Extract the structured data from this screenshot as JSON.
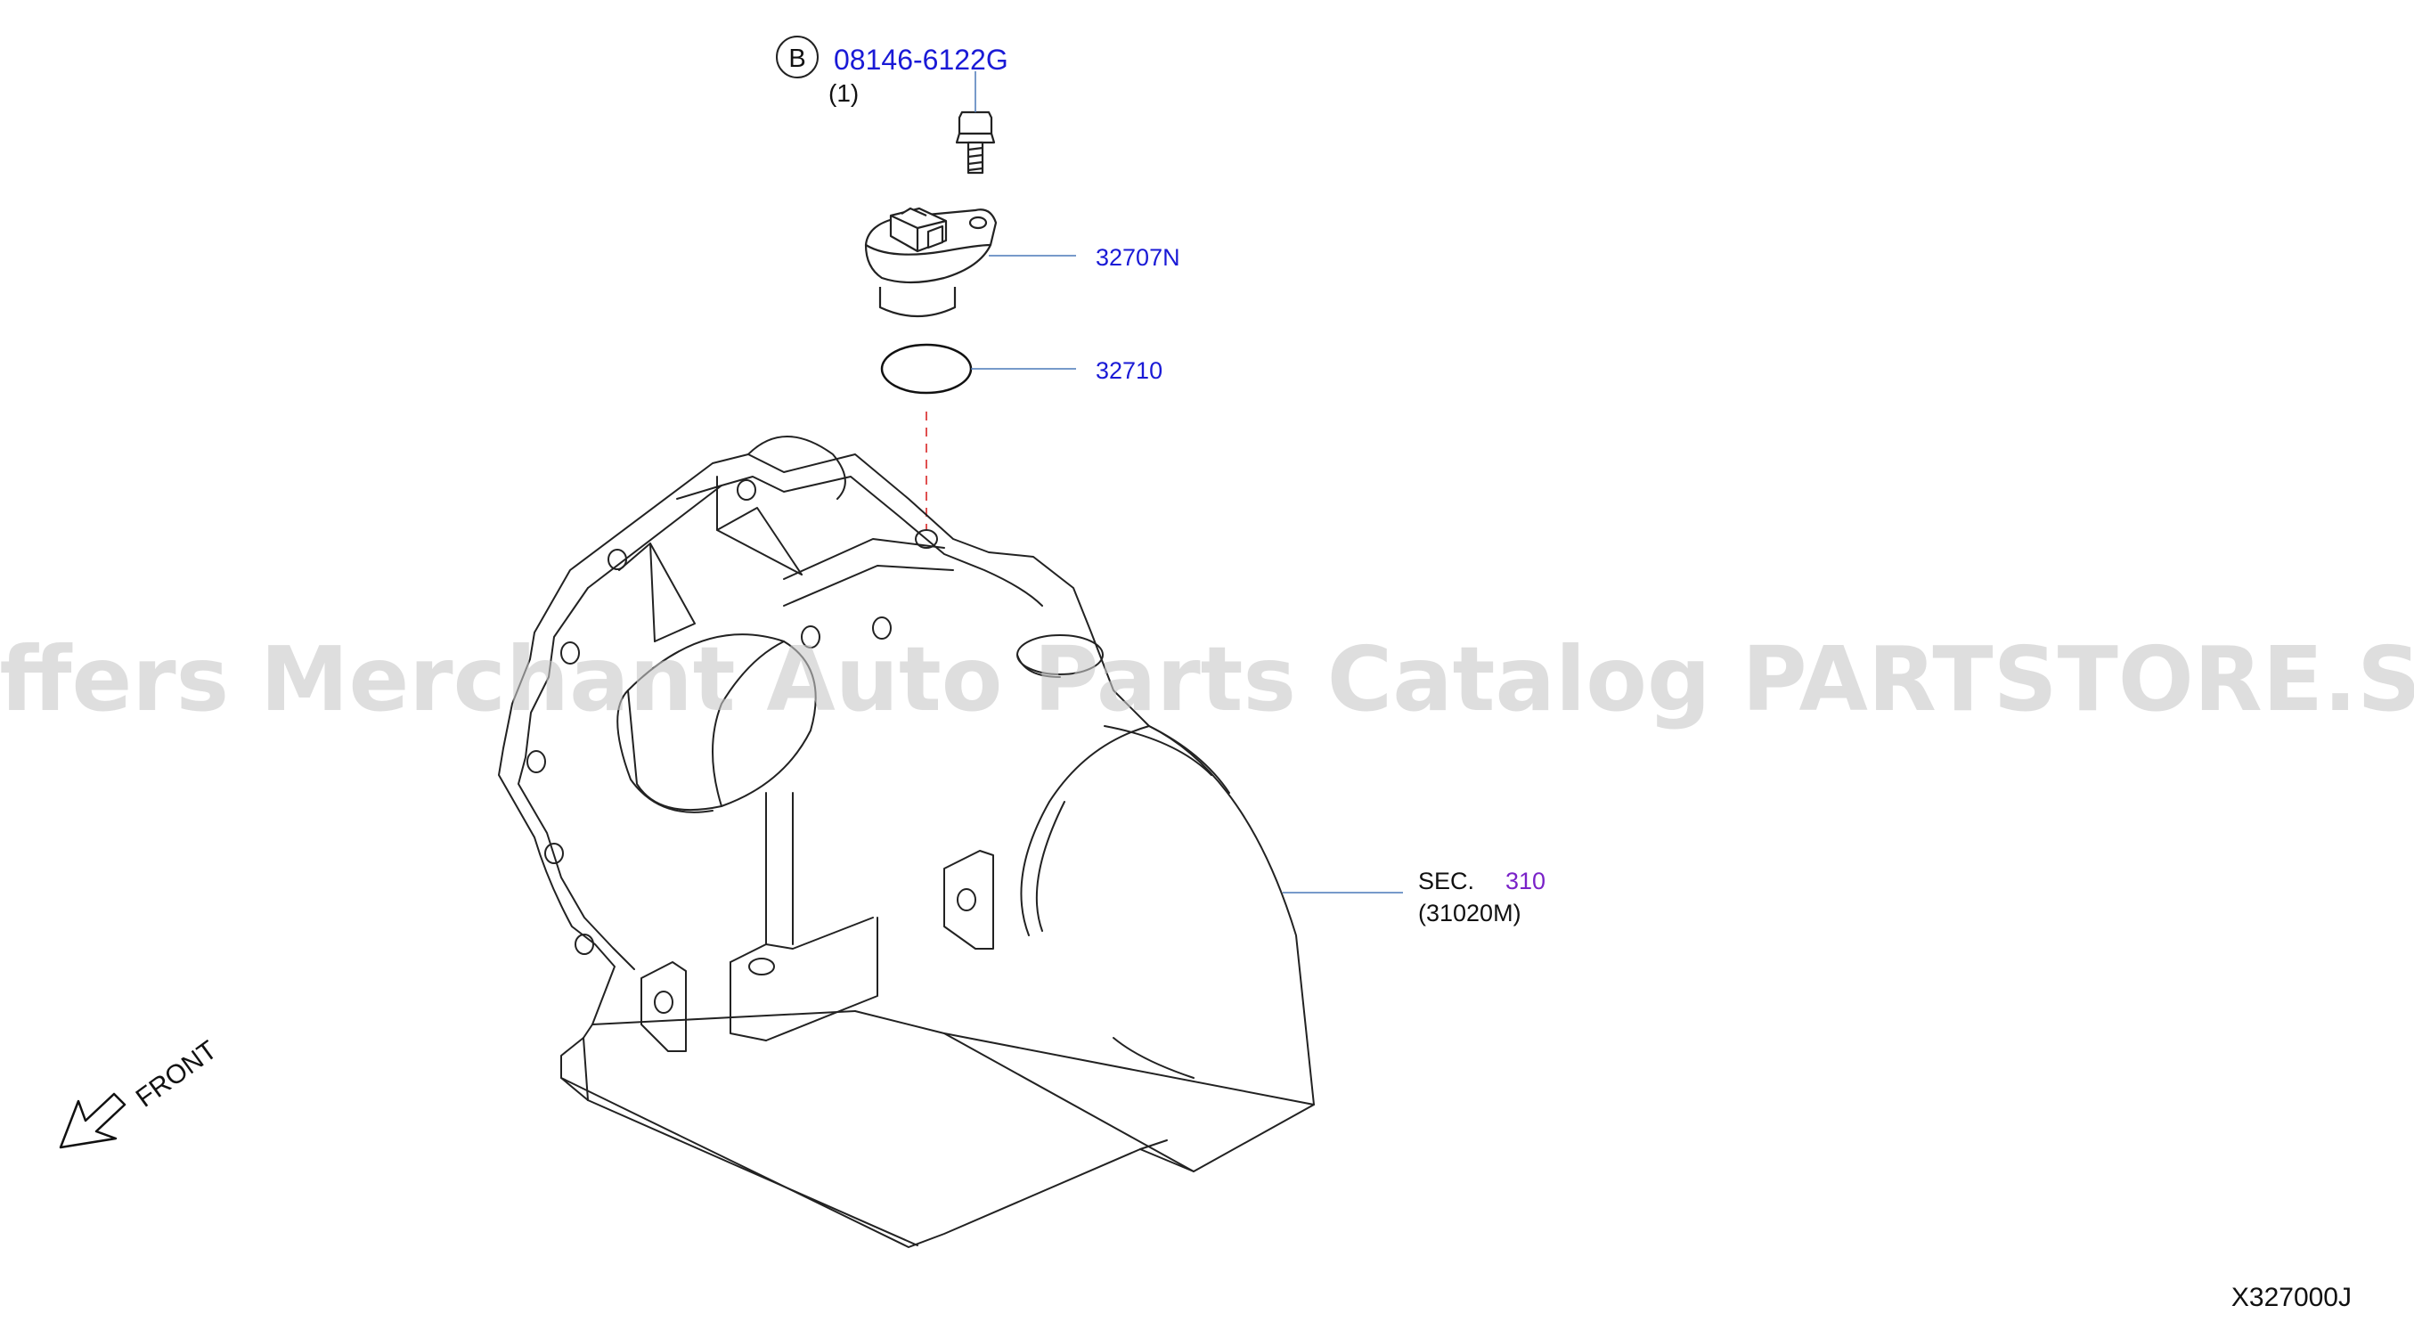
{
  "callout_bolt": {
    "circle_letter": "B",
    "part_number": "08146-6122G",
    "quantity": "(1)"
  },
  "callout_sensor": {
    "part_number": "32707N"
  },
  "callout_oring": {
    "part_number": "32710"
  },
  "callout_section": {
    "prefix": "SEC.",
    "section_number": "310",
    "sub_ref": "(31020M)"
  },
  "front_label": "FRONT",
  "diagram_code": "X327000J",
  "watermark": "Offers Merchant Auto Parts Catalog PARTSTORE.SA",
  "colors": {
    "link_blue": "#1a1ad6",
    "link_purple": "#7a22c8",
    "leader_blue": "#4a78b8",
    "dashed_red": "#e05050",
    "line_black": "#222222",
    "watermark_gray": "#c8c8c8"
  }
}
